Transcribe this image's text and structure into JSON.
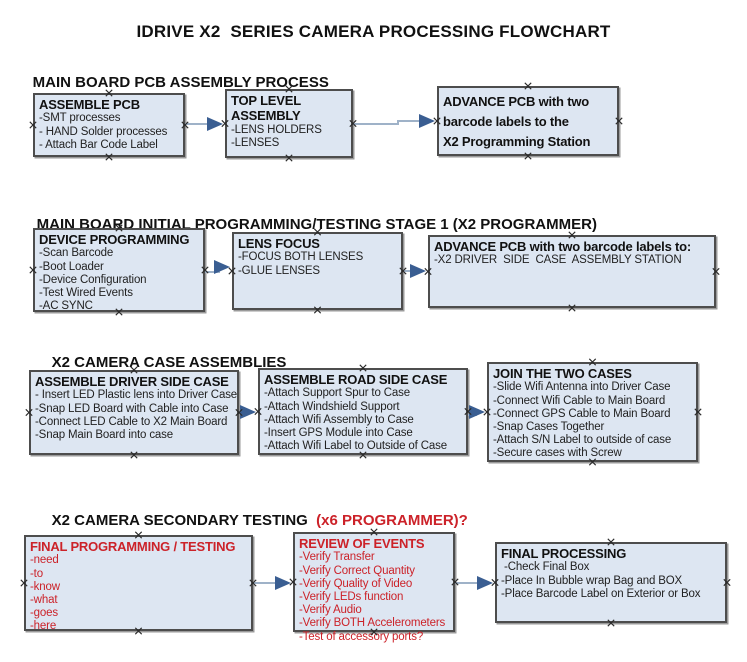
{
  "title": "IDRIVE X2  SERIES CAMERA PROCESSING FLOWCHART",
  "colors": {
    "box_fill": "#dde6f2",
    "box_border": "#4d4d4d",
    "black_text": "#1a1a1a",
    "red_text": "#cc2229",
    "arrow_line": "#9fb2c8",
    "arrow_head": "#3a5e92"
  },
  "sections": [
    {
      "header": "MAIN BOARD PCB ASSEMBLY PROCESS",
      "boxes": [
        {
          "title": "ASSEMBLE PCB",
          "items": [
            "-SMT processes",
            "- HAND Solder processes",
            "- Attach Bar Code Label"
          ]
        },
        {
          "title": "TOP LEVEL ASSEMBLY",
          "items": [
            "-LENS HOLDERS",
            "-LENSES"
          ]
        },
        {
          "title": "ADVANCE PCB with two\nbarcode labels to the\n X2 Programming Station",
          "items": []
        }
      ]
    },
    {
      "header": "MAIN BOARD INITIAL PROGRAMMING/TESTING STAGE 1 (X2 PROGRAMMER)",
      "boxes": [
        {
          "title": "DEVICE PROGRAMMING",
          "items": [
            "-Scan Barcode",
            "-Boot Loader",
            "-Device Configuration",
            "-Test Wired Events",
            "-AC SYNC"
          ]
        },
        {
          "title": "LENS FOCUS",
          "items": [
            "-FOCUS BOTH LENSES",
            "-GLUE LENSES"
          ]
        },
        {
          "title": "ADVANCE PCB with two barcode labels to:",
          "items": [
            "-X2 DRIVER  SIDE  CASE  ASSEMBLY STATION"
          ]
        }
      ]
    },
    {
      "header": "X2 CAMERA CASE ASSEMBLIES",
      "boxes": [
        {
          "title": "ASSEMBLE DRIVER SIDE CASE",
          "items": [
            "- Insert LED Plastic lens into Driver Case",
            "-Snap LED Board with Cable into Case",
            "-Connect LED Cable to X2 Main Board",
            "-Snap Main Board into case"
          ]
        },
        {
          "title": "ASSEMBLE ROAD SIDE CASE",
          "items": [
            "-Attach Support Spur to Case",
            "-Attach Windshield Support",
            "-Attach Wifi Assembly to Case",
            "-Insert GPS Module into Case",
            "-Attach Wifi Label to Outside of Case"
          ]
        },
        {
          "title": "JOIN THE TWO CASES",
          "items": [
            "-Slide Wifi Antenna into Driver Case",
            "-Connect Wifi Cable to Main Board",
            "-Connect GPS Cable to Main Board",
            "-Snap Cases Together",
            "-Attach S/N Label to outside of case",
            "-Secure cases with Screw"
          ]
        }
      ]
    },
    {
      "header": "X2 CAMERA SECONDARY TESTING  ",
      "header_red": "(x6 PROGRAMMER)?",
      "boxes": [
        {
          "title": "FINAL PROGRAMMING / TESTING",
          "items": [
            "-need",
            "-to",
            "-know",
            "-what",
            "-goes",
            "-here"
          ]
        },
        {
          "title": "REVIEW OF EVENTS",
          "items": [
            "-Verify Transfer",
            "-Verify Correct Quantity",
            "-Verify Quality of Video",
            "-Verify LEDs function",
            "-Verify Audio",
            "-Verify BOTH Accelerometers",
            "-Test of accessory ports?"
          ]
        },
        {
          "title": "FINAL PROCESSING",
          "items": [
            " -Check Final Box",
            "-Place In Bubble wrap Bag and BOX",
            "-Place Barcode Label on Exterior or Box"
          ]
        }
      ]
    }
  ]
}
